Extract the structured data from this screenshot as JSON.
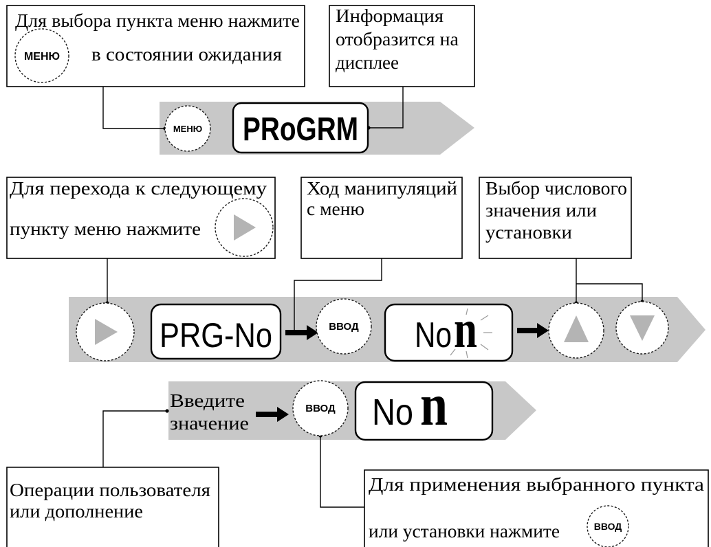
{
  "colors": {
    "background": "#ffffff",
    "band": "#c8c8c8",
    "icon_gray": "#b4b4b4",
    "outline": "#000000"
  },
  "icons": {
    "next": "play-icon",
    "up": "up-arrow-icon",
    "down": "down-arrow-icon",
    "flow": "arrow-right-icon"
  },
  "step_menu": {
    "hint_box": {
      "line1": "Для выбора пункта меню нажмите",
      "button": "МЕНЮ",
      "line2": "в состоянии ожидания"
    },
    "info_box": {
      "lines": [
        "Информация",
        "отобразится на",
        "дисплее"
      ]
    },
    "band": {
      "button": "МЕНЮ",
      "display": "PRoGRM"
    }
  },
  "step_navigate": {
    "next_box": {
      "line1": "Для перехода к следующему",
      "line2": "пункту меню нажмите"
    },
    "progress_box": {
      "lines": [
        "Ход манипуляций",
        "с меню"
      ]
    },
    "value_box": {
      "lines": [
        "Выбор числового",
        "значения или",
        "установки"
      ]
    },
    "band": {
      "display_program": "PRG-No",
      "enter_button": "ВВОД",
      "display_value": "No",
      "display_value_blinking": "n"
    }
  },
  "step_enter": {
    "band": {
      "label_lines": [
        "Введите",
        "значение"
      ],
      "enter_button": "ВВОД",
      "display_value": "No",
      "display_value_char": "n"
    },
    "user_box": {
      "lines": [
        "Операции пользователя",
        "или дополнение"
      ]
    },
    "apply_box": {
      "line1": "Для применения выбранного пункта",
      "line2": "или установки нажмите",
      "button": "ВВОД"
    }
  }
}
